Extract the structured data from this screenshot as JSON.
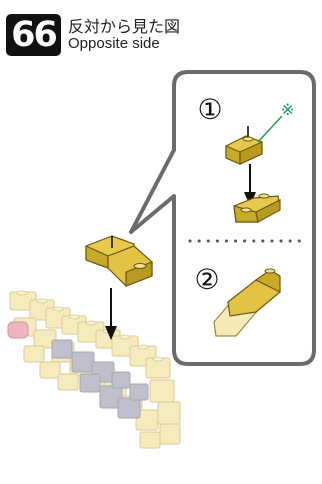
{
  "step": {
    "number": "66",
    "title_ja": "反対から見た図",
    "title_en": "Opposite side"
  },
  "callout": {
    "substep_1": "①",
    "substep_2": "②",
    "note_mark": "※"
  },
  "colors": {
    "brick_yellow": "#e7c94e",
    "brick_yellow_dark": "#b89a22",
    "brick_pale": "#f1e6a8",
    "model_gray": "#8e8ea6",
    "model_pink": "#e07a8a",
    "callout_border": "#6b6b6b",
    "note_green": "#1a9a4a"
  }
}
